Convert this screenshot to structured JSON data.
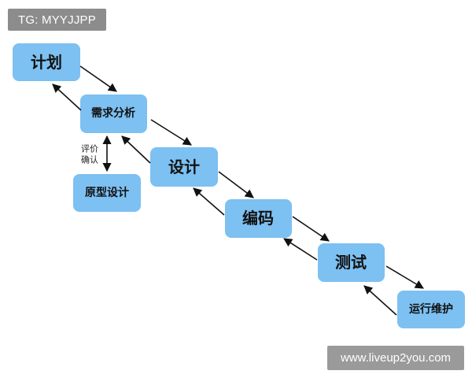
{
  "watermark_top": "TG: MYYJJPP",
  "watermark_bottom": "www.liveup2you.com",
  "nodes": {
    "plan": "计划",
    "requirements": "需求分析",
    "prototype": "原型设计",
    "design": "设计",
    "coding": "编码",
    "testing": "测试",
    "maintenance": "运行维护"
  },
  "edge_label": "评价\n确认",
  "colors": {
    "node_fill": "#7dc0f2",
    "arrow": "#111111"
  }
}
